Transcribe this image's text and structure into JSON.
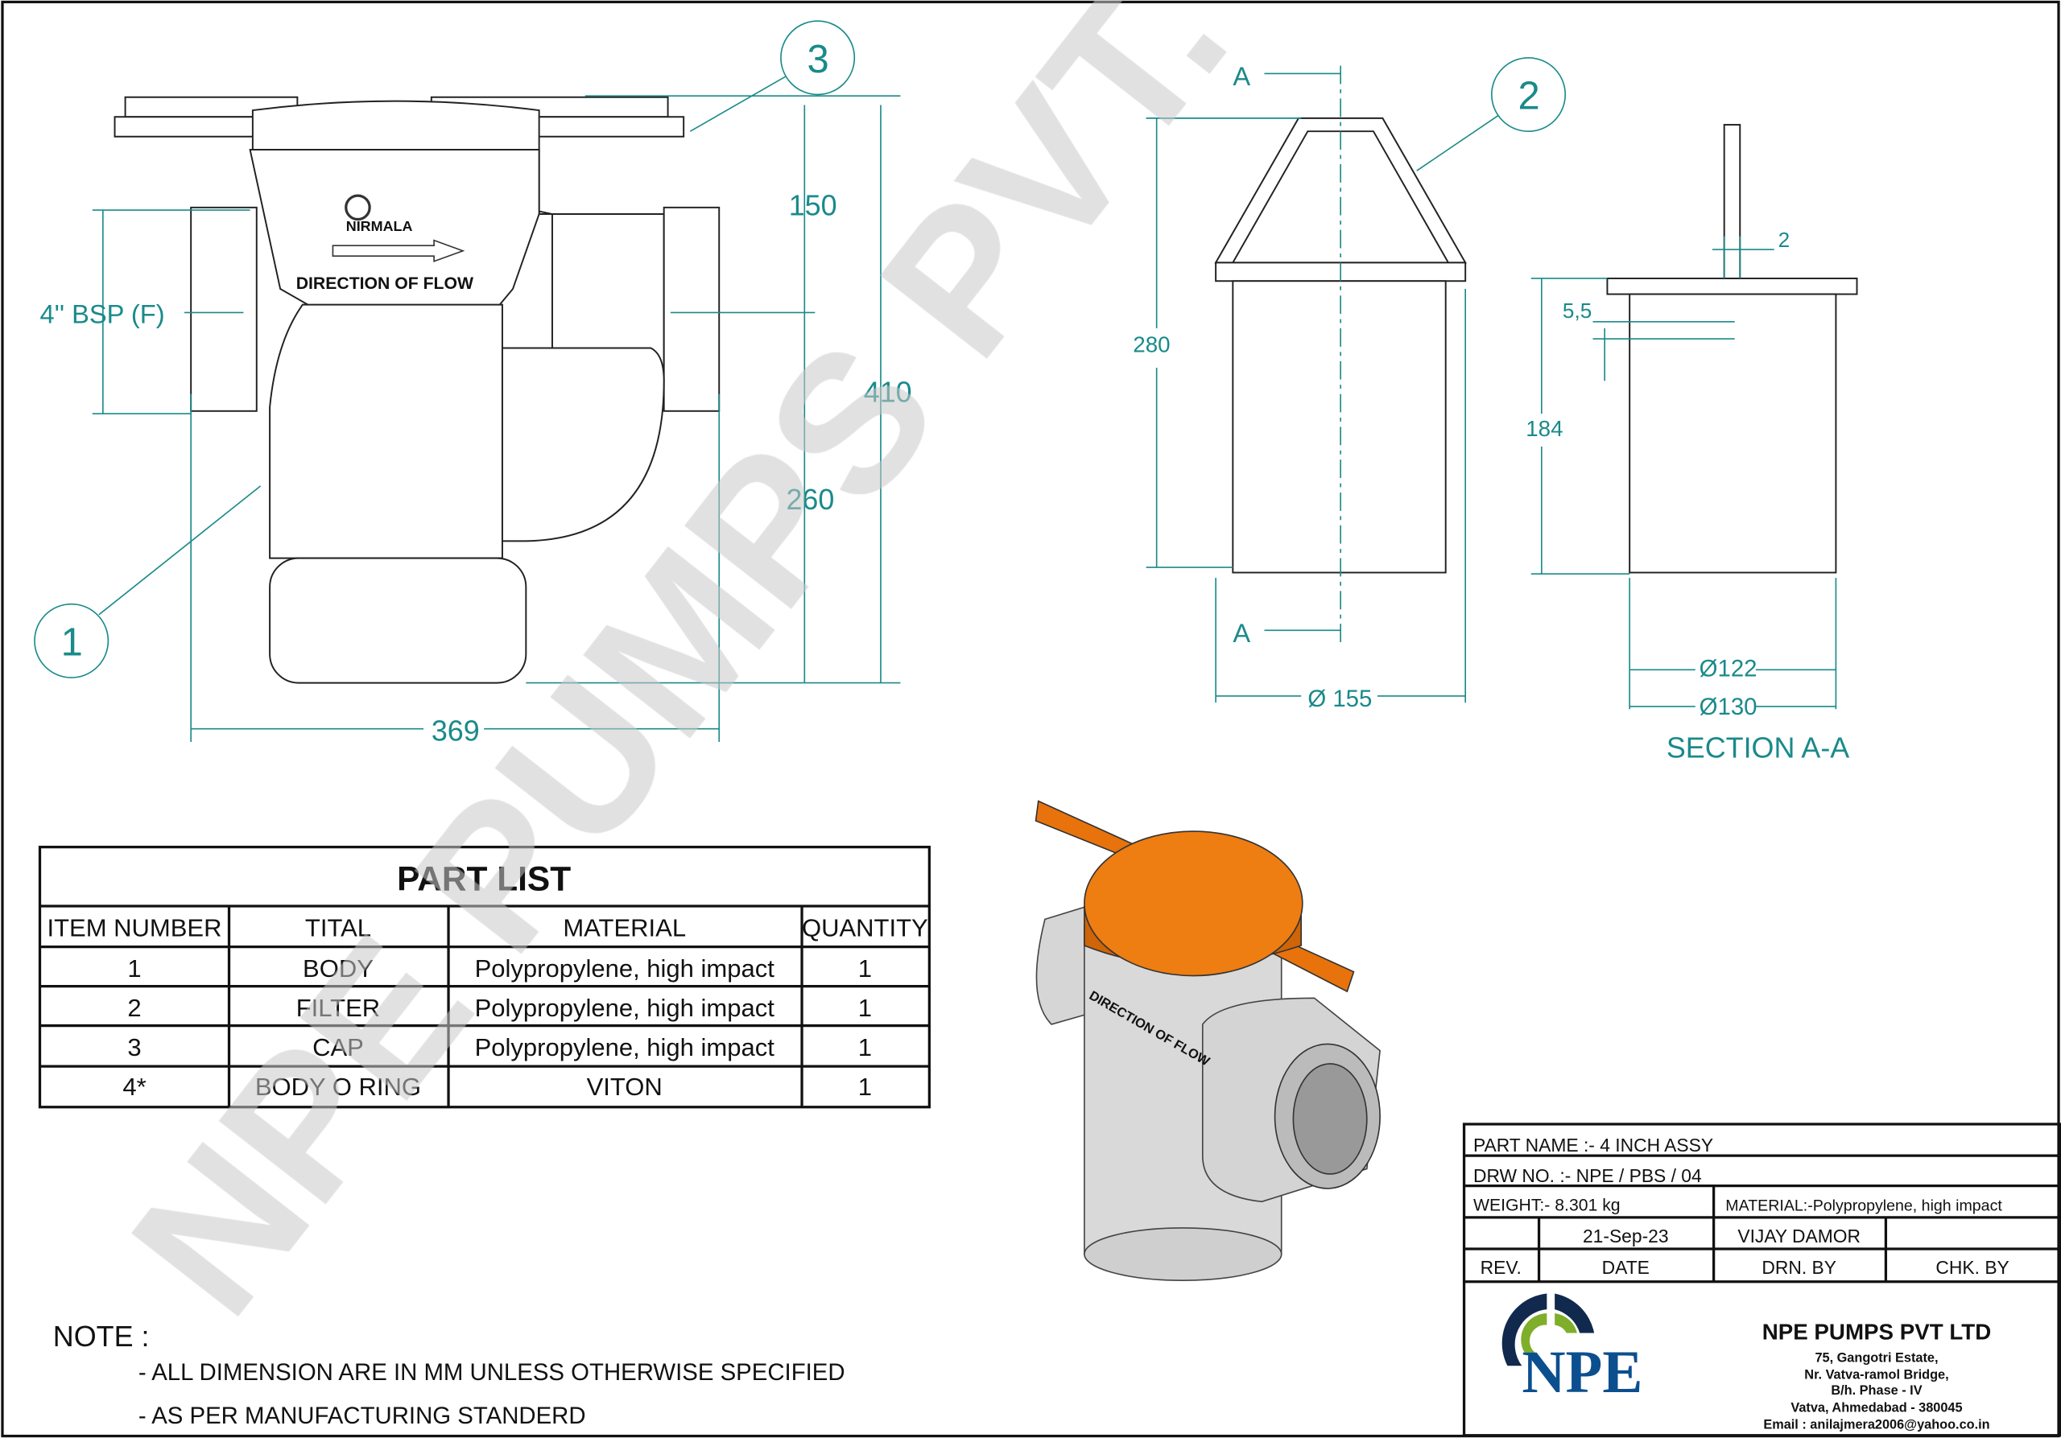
{
  "colors": {
    "dimension": "#1a8a8a",
    "cap": "#e8730c",
    "logo_blue": "#0c4f8f",
    "logo_green": "#7fae2a",
    "logo_navy": "#10294d",
    "watermark": "#d9d9d9"
  },
  "watermark": "NPE PUMPS PVT. LTD.",
  "front_view": {
    "logo_text": "NIRMALA",
    "flow_label": "DIRECTION OF FLOW",
    "port_label": "4'' BSP (F)",
    "dim_top": "150",
    "dim_bottom": "260",
    "dim_total": "410",
    "dim_width": "369",
    "balloon_body": "1",
    "balloon_cap": "3"
  },
  "filter_view": {
    "section_mark": "A",
    "section_mark_bottom": "A",
    "height": "280",
    "diameter": "Ø 155",
    "balloon_filter": "2"
  },
  "section_view": {
    "dim_slot": "2",
    "dim_pitch": "5,5",
    "height": "184",
    "inner_dia": "Ø122",
    "outer_dia": "Ø130",
    "title": "SECTION A-A"
  },
  "part_list": {
    "title": "PART LIST",
    "headers": [
      "ITEM NUMBER",
      "TITAL",
      "MATERIAL",
      "QUANTITY"
    ],
    "rows": [
      [
        "1",
        "BODY",
        "Polypropylene, high impact",
        "1"
      ],
      [
        "2",
        "FILTER",
        "Polypropylene, high impact",
        "1"
      ],
      [
        "3",
        "CAP",
        "Polypropylene, high impact",
        "1"
      ],
      [
        "4*",
        "BODY O RING",
        "VITON",
        "1"
      ]
    ]
  },
  "notes": {
    "title": "NOTE :",
    "lines": [
      "- ALL DIMENSION ARE IN MM UNLESS OTHERWISE SPECIFIED",
      "- AS PER MANUFACTURING STANDERD"
    ]
  },
  "title_block": {
    "part_name": "PART NAME :- 4 INCH ASSY",
    "drawing_no": "DRW NO. :- NPE / PBS / 04",
    "weight": "WEIGHT:- 8.301 kg",
    "material": "MATERIAL:-Polypropylene, high impact",
    "rev": "",
    "date": "21-Sep-23",
    "drawn_by": "VIJAY DAMOR",
    "checked_by": "",
    "labels": {
      "rev": "REV.",
      "date": "DATE",
      "drawn": "DRN. BY",
      "checked": "CHK. BY"
    },
    "logo_text": "NPE",
    "company": "NPE PUMPS PVT LTD",
    "address": [
      "75, Gangotri Estate,",
      "Nr. Vatva-ramol Bridge,",
      "B/h. Phase - IV",
      "Vatva, Ahmedabad - 380045",
      "Email : anilajmera2006@yahoo.co.in"
    ]
  }
}
